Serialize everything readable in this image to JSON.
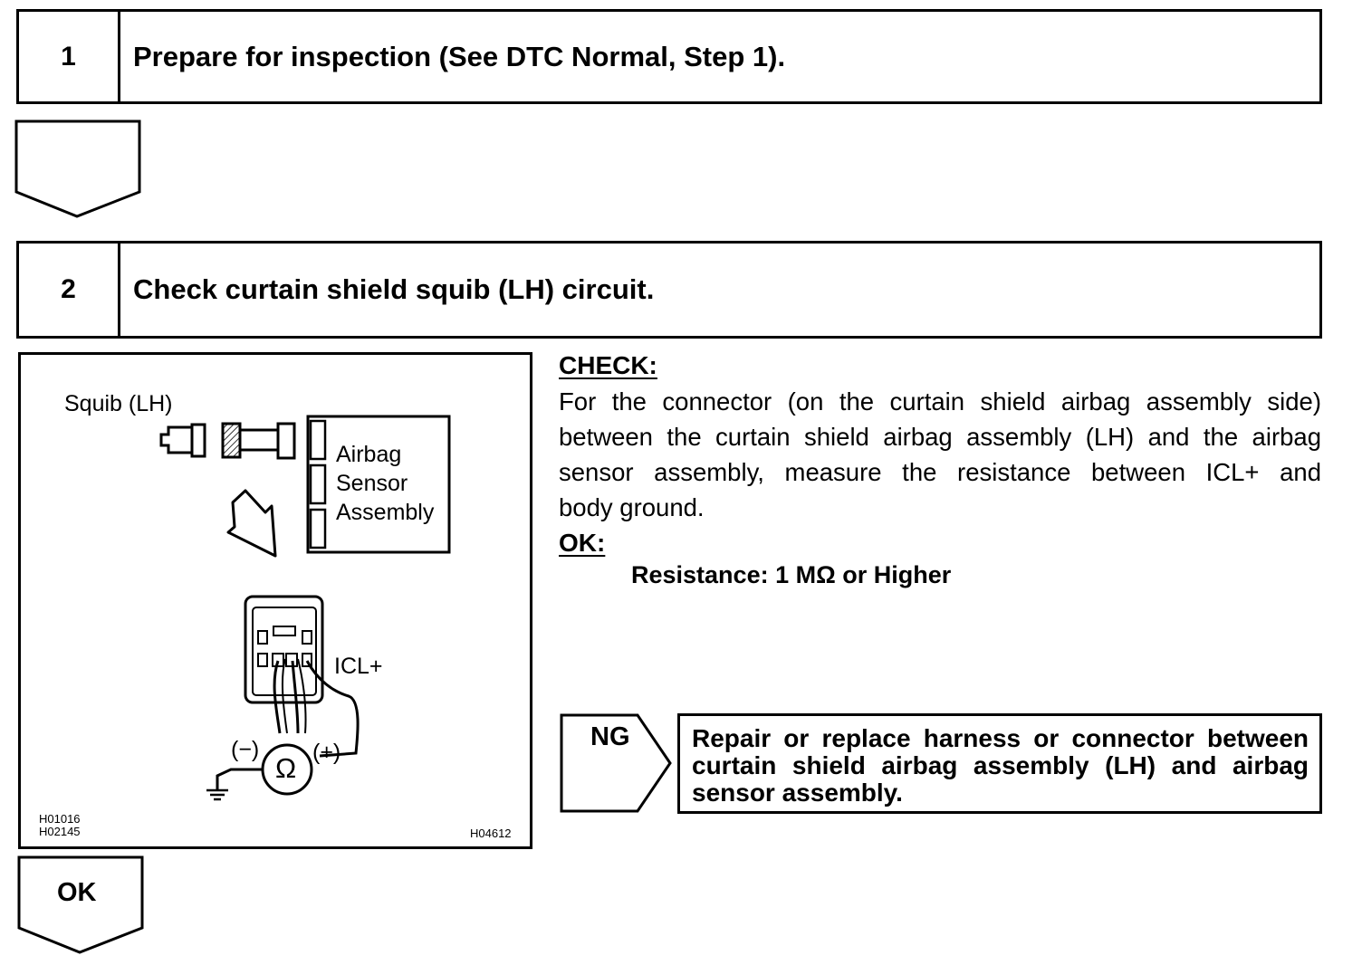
{
  "step1": {
    "number": "1",
    "title": "Prepare for inspection (See DTC Normal, Step 1)."
  },
  "step2": {
    "number": "2",
    "title": "Check curtain shield squib (LH) circuit."
  },
  "diagram": {
    "squib_label": "Squib (LH)",
    "sensor_label_line1": "Airbag",
    "sensor_label_line2": "Sensor",
    "sensor_label_line3": "Assembly",
    "terminal_label": "ICL+",
    "minus_label": "(−)",
    "plus_label": "(+)",
    "ohm_symbol": "Ω",
    "code_left_1": "H01016",
    "code_left_2": "H02145",
    "code_right": "H04612"
  },
  "check": {
    "heading": "CHECK:",
    "line1": "For the connector (on the curtain shield airbag assembly side)",
    "line2": "between the curtain shield airbag assembly (LH) and the airbag",
    "line3": "sensor assembly, measure the resistance between ICL+ and",
    "line4": "body ground."
  },
  "ok": {
    "heading": "OK:",
    "spec": "Resistance: 1 MΩ or Higher"
  },
  "ng": {
    "label": "NG",
    "action": "Repair or replace harness or connector between curtain shield airbag assembly (LH) and airbag sensor assembly."
  },
  "ok_arrow": {
    "label": "OK"
  }
}
